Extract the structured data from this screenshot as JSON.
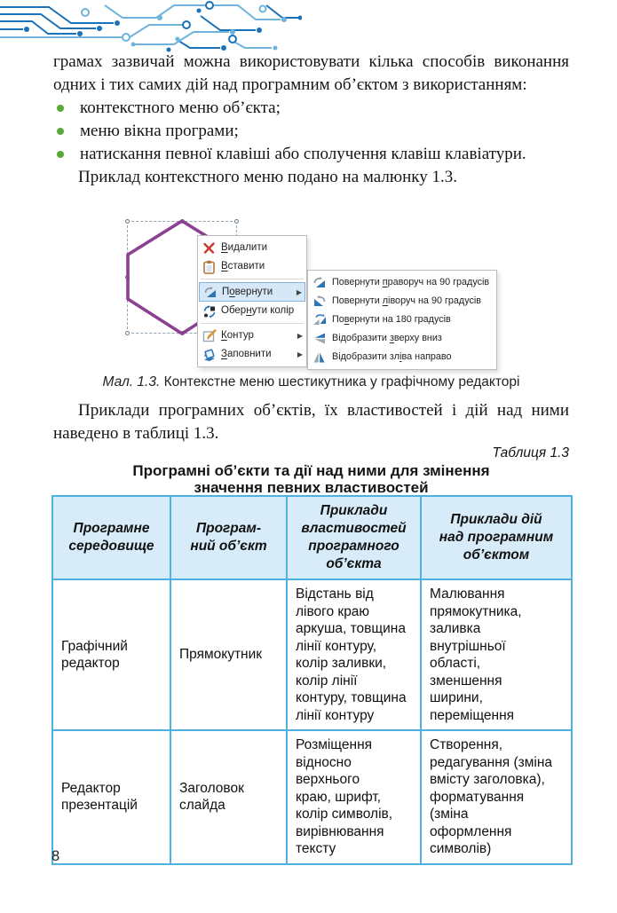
{
  "colors": {
    "table_border": "#4cb2e4",
    "header_bg": "#d7ecf8",
    "bullet_green": "#5aa837",
    "hexagon_purple": "#8d3f92",
    "menu_highlight_bg": "#d6e8f7",
    "menu_highlight_border": "#86b4dc",
    "circuit_dark": "#1b72b8",
    "circuit_light": "#6fb4dd",
    "text_color": "#151515"
  },
  "page_number": "8",
  "intro": {
    "para1": "грамах зазвичай можна використовувати кілька способів виконання одних і тих самих дій над програмним об’єктом з використанням:",
    "bullets": [
      "контекстного меню об’єкта;",
      "меню вікна програми;",
      "натискання певної клавіші або сполучення клавіш клавіатури."
    ],
    "para2": "Приклад контекстного меню подано на малюнку 1.3."
  },
  "figure": {
    "caption_prefix": "Мал. 1.3.",
    "caption_text": "Контекстне меню шестикутника у графічному редакторі",
    "menu": {
      "items": [
        {
          "pre": "",
          "key": "В",
          "post": "идалити",
          "icon": "delete-icon"
        },
        {
          "pre": "",
          "key": "В",
          "post": "ставити",
          "icon": "paste-icon"
        },
        {
          "pre": "П",
          "key": "о",
          "post": "вернути",
          "icon": "rotate-icon",
          "has_submenu": true,
          "highlighted": true
        },
        {
          "pre": "Обер",
          "key": "н",
          "post": "ути колір",
          "icon": "invert-color-icon"
        },
        {
          "pre": "",
          "key": "К",
          "post": "онтур",
          "icon": "outline-icon",
          "has_submenu": true
        },
        {
          "pre": "",
          "key": "З",
          "post": "аповнити",
          "icon": "fill-icon",
          "has_submenu": true
        }
      ],
      "submenu_arrow": "▶"
    },
    "submenu": {
      "items": [
        {
          "pre": "Повернути ",
          "key": "п",
          "post": "раворуч на 90 градусів",
          "icon": "rotate-right-90-icon"
        },
        {
          "pre": "Повернути ",
          "key": "л",
          "post": "іворуч на 90 градусів",
          "icon": "rotate-left-90-icon"
        },
        {
          "pre": "По",
          "key": "в",
          "post": "ернути на 180 градусів",
          "icon": "rotate-180-icon"
        },
        {
          "pre": "Відобразити ",
          "key": "з",
          "post": "верху вниз",
          "icon": "flip-vertical-icon"
        },
        {
          "pre": "Відобразити зл",
          "key": "і",
          "post": "ва направо",
          "icon": "flip-horizontal-icon"
        }
      ]
    }
  },
  "after_figure_para": "Приклади програмних об’єктів, їх властивостей і дій над ними наведено в таблиці 1.3.",
  "table": {
    "label": "Таблиця 1.3",
    "title": "Програмні об’єкти та дії над ними для змінення\nзначення певних властивостей",
    "headers": [
      "Програмне\nсередовище",
      "Програм-\nний об’єкт",
      "Приклади\nвластивостей\nпрограмного\nоб’єкта",
      "Приклади дій\nнад програмним\nоб’єктом"
    ],
    "rows": [
      {
        "environment": "Графічний\nредактор",
        "object": "Прямокутник",
        "properties": "Відстань від\nлівого краю\nаркуша, товщина\nлінії контуру,\nколір заливки,\nколір лінії\nконтуру, товщина\nлінії контуру",
        "actions": "Малювання\nпрямокутника,\nзаливка\nвнутрішньої\nобласті,\nзменшення\nширини,\nпереміщення"
      },
      {
        "environment": "Редактор\nпрезентацій",
        "object": "Заголовок\nслайда",
        "properties": "Розміщення\nвідносно\nверхнього\nкраю, шрифт,\nколір символів,\nвирівнювання\nтексту",
        "actions": "Створення,\nредагування (зміна\nвмісту заголовка),\nформатування\n(зміна\nоформлення\nсимволів)"
      }
    ]
  }
}
